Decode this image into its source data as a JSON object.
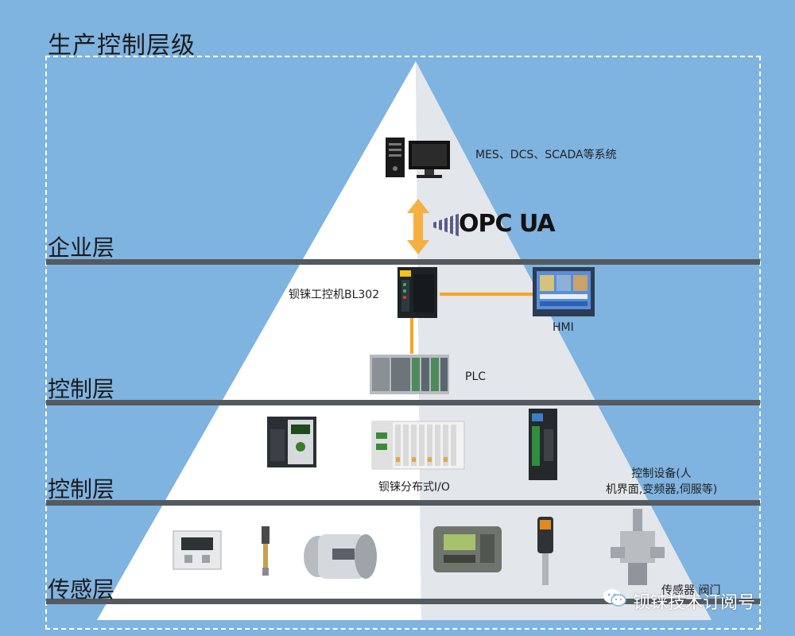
{
  "title": "生产控制层级",
  "layers": [
    {
      "name": "企业层"
    },
    {
      "name": "控制层"
    },
    {
      "name": "控制层"
    },
    {
      "name": "传感层"
    }
  ],
  "enterprise": {
    "systems_label": "MES、DCS、SCADA等系统",
    "protocol_label": "OPC UA"
  },
  "control": {
    "controller_label": "钡铼工控机BL302",
    "hmi_label": "HMI",
    "plc_label": "PLC"
  },
  "field": {
    "io_label": "钡铼分布式I/O",
    "devices_label_line1": "控制设备(人",
    "devices_label_line2": "机界面,变频器,伺服等)"
  },
  "sensing": {
    "sensors_label": "传感器 阀门"
  },
  "watermark": "钡铼技术订阅号",
  "colors": {
    "background": "#7fb3e0",
    "band": "#555a60",
    "connector": "#f5a623"
  }
}
